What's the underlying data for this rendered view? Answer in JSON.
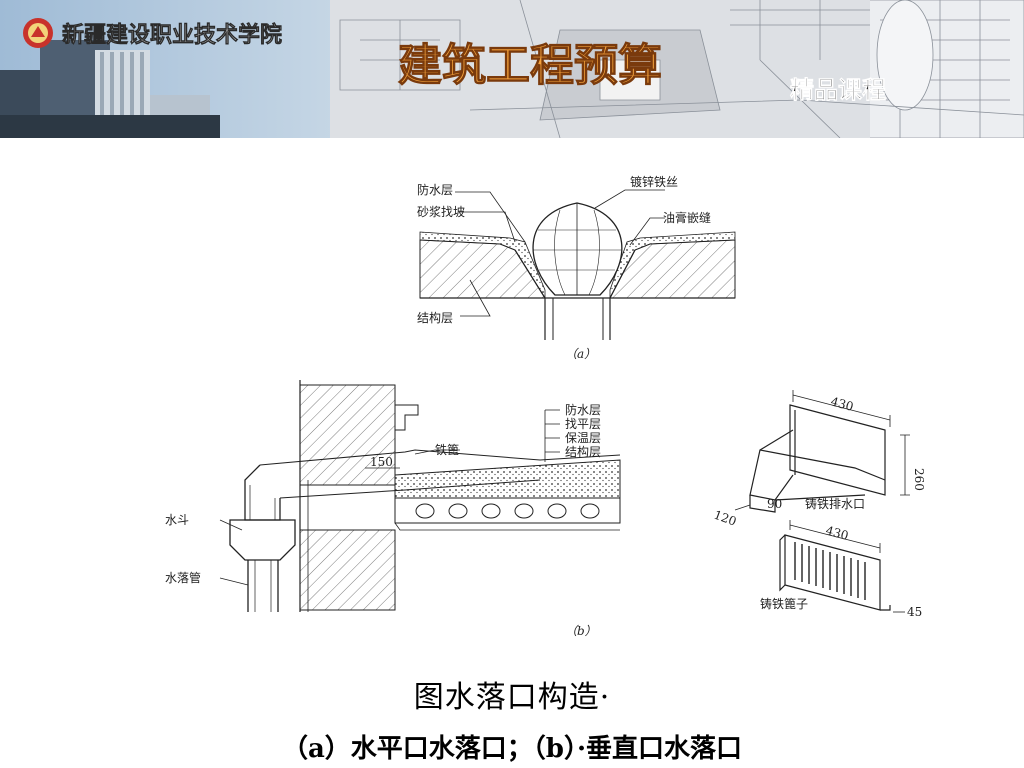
{
  "banner": {
    "school_name": "新疆建设职业技术学院",
    "course_title": "建筑工程预算",
    "badge": "精品课程",
    "colors": {
      "sky": "#b9cfe3",
      "title": "#f4a23c",
      "blueprint": "#d9dde3"
    }
  },
  "figure_a": {
    "labels": {
      "waterproof": "防水层",
      "mortar_slope": "砂浆找坡",
      "galvanized_wire": "镀锌铁丝",
      "oil_paste": "油膏嵌缝",
      "structure": "结构层"
    },
    "caption": "（a）"
  },
  "figure_b": {
    "layers": [
      "防水层",
      "找平层",
      "保温层",
      "结构层"
    ],
    "iron_grate": "铁篦",
    "dim_150": "150",
    "hopper": "水斗",
    "downpipe": "水落管",
    "caption": "（b）"
  },
  "figure_c": {
    "dim_430_top": "430",
    "dim_260": "260",
    "dim_90": "90",
    "dim_120": "120",
    "outlet_label": "铸铁排水口",
    "dim_430_bottom": "430",
    "grate_label": "铸铁篦子",
    "dim_45": "45"
  },
  "caption": {
    "line1": "图水落口构造·",
    "line2": "（a）水平口水落口；（b）·垂直口水落口"
  }
}
